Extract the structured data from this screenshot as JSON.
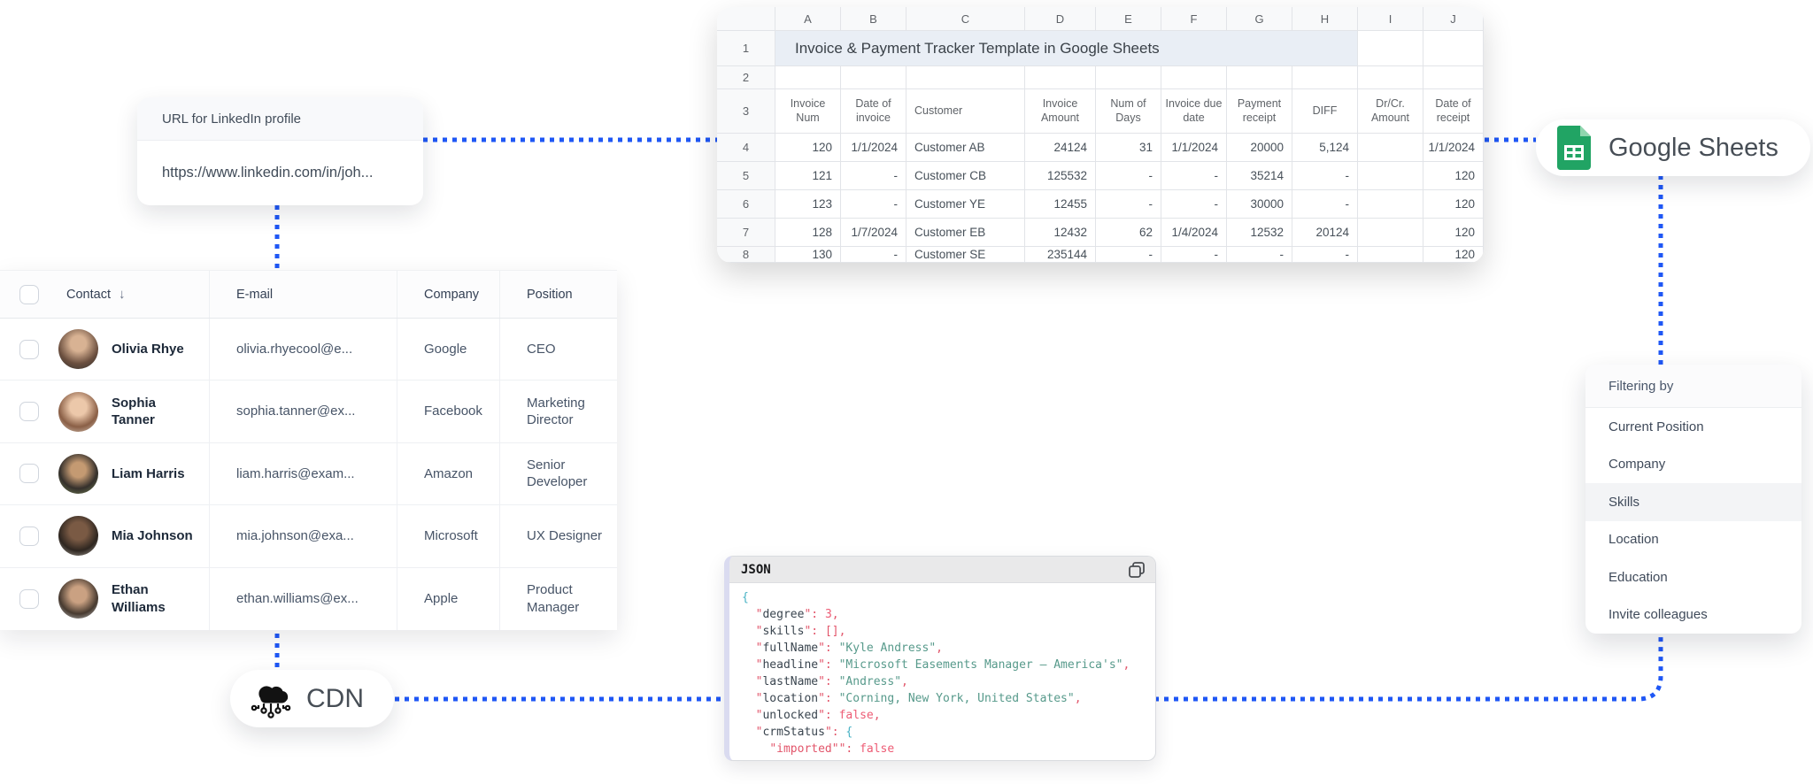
{
  "connector_color": "#1f57f5",
  "linkedin_card": {
    "label": "URL for LinkedIn profile",
    "value": "https://www.linkedin.com/in/joh..."
  },
  "sheet": {
    "column_letters": [
      "A",
      "B",
      "C",
      "D",
      "E",
      "F",
      "G",
      "H",
      "I",
      "J"
    ],
    "title": "Invoice & Payment Tracker Template in Google Sheets",
    "row_numbers": [
      "1",
      "2",
      "3",
      "4",
      "5",
      "6",
      "7",
      "8"
    ],
    "headers": [
      "Invoice Num",
      "Date of invoice",
      "Customer",
      "Invoice Amount",
      "Num of Days",
      "Invoice due date",
      "Payment receipt",
      "DIFF",
      "Dr/Cr. Amount",
      "Date of receipt"
    ],
    "rows": [
      [
        "120",
        "1/1/2024",
        "Customer AB",
        "24124",
        "31",
        "1/1/2024",
        "20000",
        "5,124",
        "",
        "1/1/2024"
      ],
      [
        "121",
        "-",
        "Customer CB",
        "125532",
        "-",
        "-",
        "35214",
        "-",
        "",
        "120"
      ],
      [
        "123",
        "-",
        "Customer YE",
        "12455",
        "-",
        "-",
        "30000",
        "-",
        "",
        "120"
      ],
      [
        "128",
        "1/7/2024",
        "Customer EB",
        "12432",
        "62",
        "1/4/2024",
        "12532",
        "20124",
        "",
        "120"
      ],
      [
        "130",
        "-",
        "Customer SE",
        "235144",
        "-",
        "-",
        "-",
        "-",
        "",
        "120"
      ]
    ]
  },
  "sheets_pill": {
    "label": "Google Sheets",
    "icon_green": "#21a464",
    "icon_fold": "#8fd6ae"
  },
  "cdn_pill": {
    "label": "CDN"
  },
  "contacts": {
    "columns": [
      "Contact",
      "E-mail",
      "Company",
      "Position"
    ],
    "rows": [
      {
        "name": "Olivia Rhye",
        "email": "olivia.rhyecool@e...",
        "company": "Google",
        "position": "CEO"
      },
      {
        "name": "Sophia Tanner",
        "email": "sophia.tanner@ex...",
        "company": "Facebook",
        "position": "Marketing Director"
      },
      {
        "name": "Liam Harris",
        "email": "liam.harris@exam...",
        "company": "Amazon",
        "position": "Senior Developer"
      },
      {
        "name": "Mia Johnson",
        "email": "mia.johnson@exa...",
        "company": "Microsoft",
        "position": "UX Designer"
      },
      {
        "name": "Ethan Williams",
        "email": "ethan.williams@ex...",
        "company": "Apple",
        "position": "Product Manager"
      }
    ]
  },
  "code": {
    "label": "JSON",
    "syntax_colors": {
      "key": "#3a454f",
      "punct": "#e2556a",
      "string": "#579a8b",
      "number": "#ed5c75",
      "brace": "#47b2c4"
    },
    "lines": [
      [
        [
          "b",
          "{"
        ]
      ],
      [
        [
          "w",
          "  "
        ],
        [
          "p",
          "\""
        ],
        [
          "k",
          "degree"
        ],
        [
          "p",
          "\": "
        ],
        [
          "n",
          "3"
        ],
        [
          "p",
          ","
        ]
      ],
      [
        [
          "w",
          "  "
        ],
        [
          "p",
          "\""
        ],
        [
          "k",
          "skills"
        ],
        [
          "p",
          "\": "
        ],
        [
          "p",
          "[],"
        ]
      ],
      [
        [
          "w",
          "  "
        ],
        [
          "p",
          "\""
        ],
        [
          "k",
          "fullName"
        ],
        [
          "p",
          "\": "
        ],
        [
          "s",
          "\"Kyle Andress\""
        ],
        [
          "p",
          ","
        ]
      ],
      [
        [
          "w",
          "  "
        ],
        [
          "p",
          "\""
        ],
        [
          "k",
          "headline"
        ],
        [
          "p",
          "\": "
        ],
        [
          "s",
          "\"Microsoft Easements Manager — America's\""
        ],
        [
          "p",
          ","
        ]
      ],
      [
        [
          "w",
          "  "
        ],
        [
          "p",
          "\""
        ],
        [
          "k",
          "lastName"
        ],
        [
          "p",
          "\": "
        ],
        [
          "s",
          "\"Andress\""
        ],
        [
          "p",
          ","
        ]
      ],
      [
        [
          "w",
          "  "
        ],
        [
          "p",
          "\""
        ],
        [
          "k",
          "location"
        ],
        [
          "p",
          "\": "
        ],
        [
          "s",
          "\"Corning, New York, United States\""
        ],
        [
          "p",
          ","
        ]
      ],
      [
        [
          "w",
          "  "
        ],
        [
          "p",
          "\""
        ],
        [
          "k",
          "unlocked"
        ],
        [
          "p",
          "\": "
        ],
        [
          "n",
          "false"
        ],
        [
          "p",
          ","
        ]
      ],
      [
        [
          "w",
          "  "
        ],
        [
          "p",
          "\""
        ],
        [
          "k",
          "crmStatus"
        ],
        [
          "p",
          "\": "
        ],
        [
          "b",
          "{"
        ]
      ],
      [
        [
          "w",
          "    "
        ],
        [
          "p",
          "\"imported\""
        ],
        [
          "p",
          "\": "
        ],
        [
          "n",
          "false"
        ]
      ]
    ]
  },
  "filter_menu": {
    "header": "Filtering by",
    "items": [
      "Current Position",
      "Company",
      "Skills",
      "Location",
      "Education",
      "Invite colleagues"
    ],
    "highlighted": "Skills"
  }
}
